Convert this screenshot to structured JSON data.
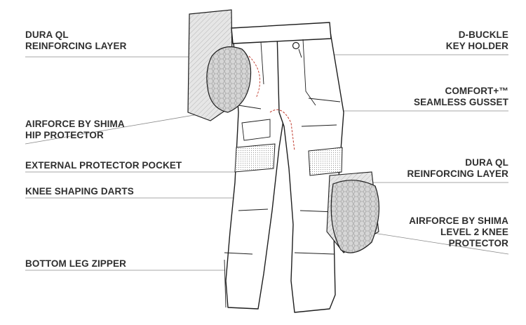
{
  "callouts": [
    {
      "id": "dura-ql-left",
      "side": "left",
      "lines": [
        "DURA QL",
        "REINFORCING LAYER"
      ]
    },
    {
      "id": "airforce-hip",
      "side": "left",
      "lines": [
        "AIRFORCE BY SHIMA",
        "HIP PROTECTOR"
      ]
    },
    {
      "id": "external-pocket",
      "side": "left",
      "lines": [
        "EXTERNAL PROTECTOR POCKET"
      ]
    },
    {
      "id": "knee-darts",
      "side": "left",
      "lines": [
        "KNEE SHAPING DARTS"
      ]
    },
    {
      "id": "bottom-zipper",
      "side": "left",
      "lines": [
        "BOTTOM LEG ZIPPER"
      ]
    },
    {
      "id": "d-buckle",
      "side": "right",
      "lines": [
        "D-BUCKLE",
        "KEY HOLDER"
      ]
    },
    {
      "id": "comfort-gusset",
      "side": "right",
      "lines": [
        "COMFORT+™",
        "SEAMLESS GUSSET"
      ]
    },
    {
      "id": "dura-ql-right",
      "side": "right",
      "lines": [
        "DURA QL",
        "REINFORCING  LAYER"
      ]
    },
    {
      "id": "airforce-knee",
      "side": "right",
      "lines": [
        "AIRFORCE BY SHIMA",
        "LEVEL 2 KNEE",
        "PROTECTOR"
      ]
    }
  ],
  "colors": {
    "text": "#2f2f2f",
    "outline": "#1e1e1e",
    "leader": "#8a8a8a",
    "protector_fill": "#d9d9d9",
    "accent_stitch": "#c0392b"
  }
}
